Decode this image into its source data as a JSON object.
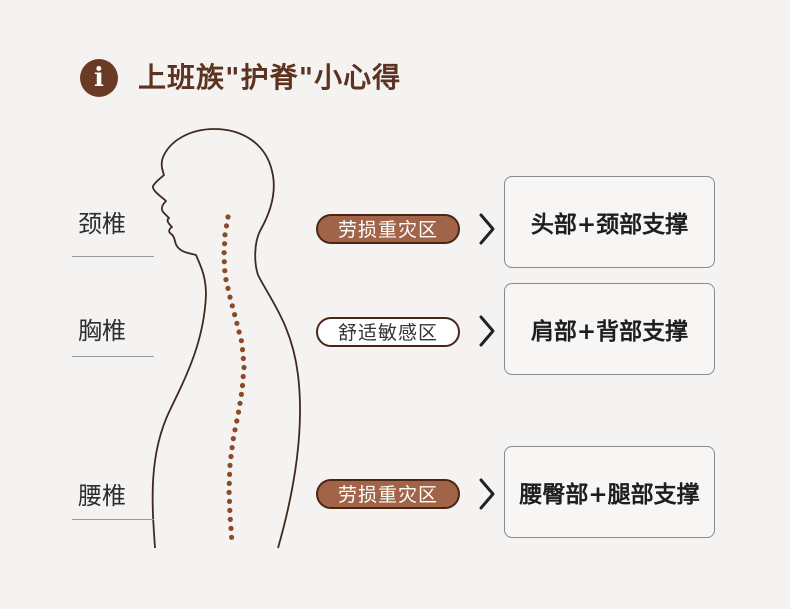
{
  "header": {
    "icon": "info-icon",
    "icon_glyph": "i",
    "title": "上班族\"护脊\"小心得"
  },
  "figure": {
    "icon": "human-silhouette-spine"
  },
  "rows": [
    {
      "region": "颈椎",
      "tag": "劳损重灾区",
      "tag_style": "dark",
      "support": "头部+颈部支撑"
    },
    {
      "region": "胸椎",
      "tag": "舒适敏感区",
      "tag_style": "light",
      "support": "肩部+背部支撑"
    },
    {
      "region": "腰椎",
      "tag": "劳损重灾区",
      "tag_style": "dark",
      "support": "腰臀部+腿部支撑"
    }
  ],
  "colors": {
    "background": "#f5f3f1",
    "accent_brown": "#6b3a24",
    "tag_fill": "#a26449",
    "spine_dot": "#8b4a28"
  }
}
